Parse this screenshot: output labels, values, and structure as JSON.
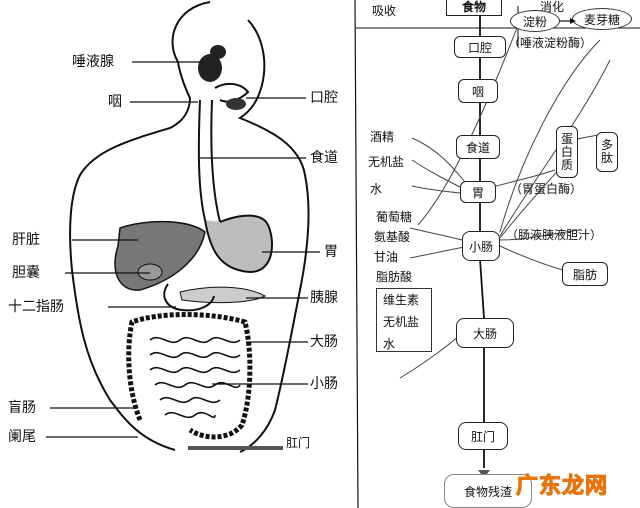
{
  "figure": {
    "left_labels": {
      "salivary_gland": "唾液腺",
      "pharynx": "咽",
      "liver": "肝脏",
      "gallbladder": "胆囊",
      "duodenum": "十二指肠",
      "cecum": "盲肠",
      "appendix": "阑尾"
    },
    "right_labels": {
      "mouth": "口腔",
      "esophagus": "食道",
      "stomach": "胃",
      "pancreas": "胰腺",
      "large_intestine": "大肠",
      "small_intestine": "小肠",
      "anus": "肛门"
    }
  },
  "flow": {
    "header_absorb": "吸收",
    "header_digest": "消化",
    "food": "食物",
    "stages": {
      "mouth": "口腔",
      "pharynx": "咽",
      "esophagus": "食道",
      "stomach": "胃",
      "small_intestine": "小肠",
      "large_intestine": "大肠",
      "anus": "肛门",
      "residue": "食物残渣"
    },
    "starch": "淀粉",
    "maltose": "麦芽糖",
    "salivary_amylase": "（唾液淀粉酶）",
    "protein": "蛋白质",
    "peptide": "多肽",
    "pepsin": "（胃蛋白酶）",
    "intestinal_juices": "（肠液胰液胆汁）",
    "fat": "脂肪",
    "stomach_absorbs": [
      "酒精",
      "无机盐",
      "水"
    ],
    "small_intestine_absorbs": [
      "葡萄糖",
      "氨基酸",
      "甘油",
      "脂肪酸"
    ],
    "large_intestine_absorbs": [
      "维生素",
      "无机盐",
      "水"
    ]
  },
  "watermark": "广东龙网"
}
